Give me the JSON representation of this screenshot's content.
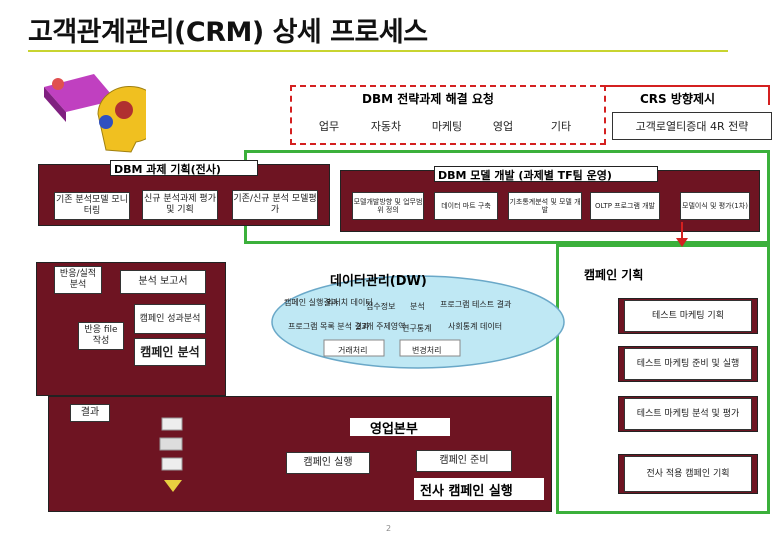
{
  "title": "고객관계관리(CRM) 상세 프로세스",
  "top": {
    "dbm_request": "DBM 전략과제 해결 요청",
    "crs_direction": "CRS 방향제시",
    "departments": [
      "업무",
      "자동차",
      "마케팅",
      "영업",
      "기타"
    ],
    "loyalty": "고객로열티증대 4R 전략"
  },
  "task_planning": {
    "header": "DBM 과제 기획(전사)",
    "boxes": [
      "기존 분석모델 모니터링",
      "신규 분석과제 평가 및 기획",
      "기존/신규 분석 모델평가"
    ]
  },
  "model_dev": {
    "header": "DBM 모델 개발 (과제별 TF팀 운영)",
    "boxes": [
      "모델개발방향 및 업무범위 정의",
      "데이터 마트 구축",
      "기초통계분석 및 모델 개발",
      "OLTP 프로그램 개발",
      "모델이식 및 평가(1차)"
    ]
  },
  "left_panel": {
    "response_analysis": "반응/실적 분석",
    "analysis_report": "분석 보고서",
    "campaign_performance": "캠페인 성과분석",
    "response_file": "반응 file 작성",
    "campaign_analysis": "캠페인 분석"
  },
  "data_management": {
    "title": "데이터관리(DW)",
    "items": [
      "캠페인 실행결과",
      "외서치 데이터",
      "접수정보",
      "분석",
      "프로그램 테스트 결과",
      "프로그램 목록 분석 결과",
      "23개 주제영역",
      "연구통계",
      "사회통계 데이터",
      "거래처리",
      "변경처리"
    ]
  },
  "campaign_planning": "캠페인 기획",
  "right_steps": [
    "테스트 마케팅 기획",
    "테스트 마케팅 준비 및 실행",
    "테스트 마케팅 분석 및 평가",
    "전사 적용 캠페인 기획"
  ],
  "results_label": "결과",
  "sales_hq": "영업본부",
  "campaign_prep": "캠페인 준비",
  "campaign_exec": "캠페인 실행",
  "company_campaign": "전사 캠페인 실행",
  "page_number": "2",
  "colors": {
    "dark_red": "#6e1422",
    "green": "#3bb03b",
    "red_dash": "#d42020",
    "accent": "#c8d430"
  }
}
